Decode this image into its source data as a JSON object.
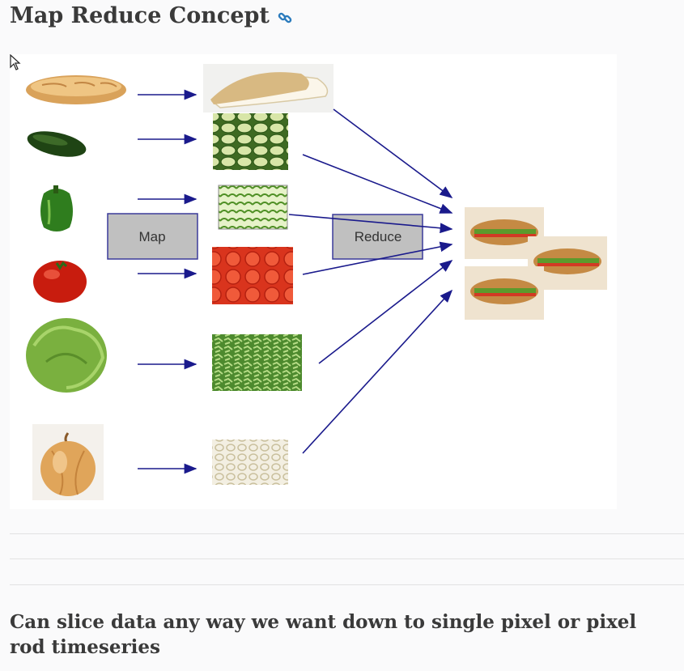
{
  "page": {
    "title": "Map Reduce Concept",
    "subheading": "Can slice data any way we want down to single pixel or pixel rod timeseries"
  },
  "diagram": {
    "map_label": "Map",
    "reduce_label": "Reduce",
    "ingredients": [
      "bread",
      "cucumber",
      "green-pepper",
      "tomato",
      "lettuce",
      "onion"
    ],
    "result": "sandwiches",
    "colors": {
      "arrow": "#1a1a8c",
      "box_fill": "#c0c0c0",
      "box_stroke": "#3a3a9a"
    }
  }
}
